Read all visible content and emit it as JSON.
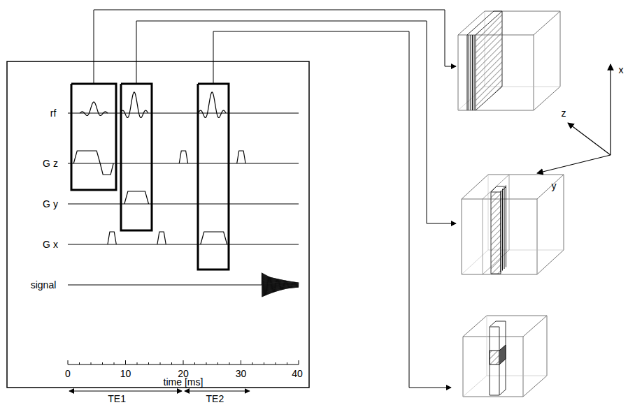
{
  "diagram": {
    "labels": [
      "rf",
      "G z",
      "G y",
      "G x",
      "signal",
      "0",
      "10",
      "20",
      "30",
      "40",
      "time [ms]",
      "TE1",
      "TE2",
      "x",
      "z",
      "y"
    ]
  }
}
